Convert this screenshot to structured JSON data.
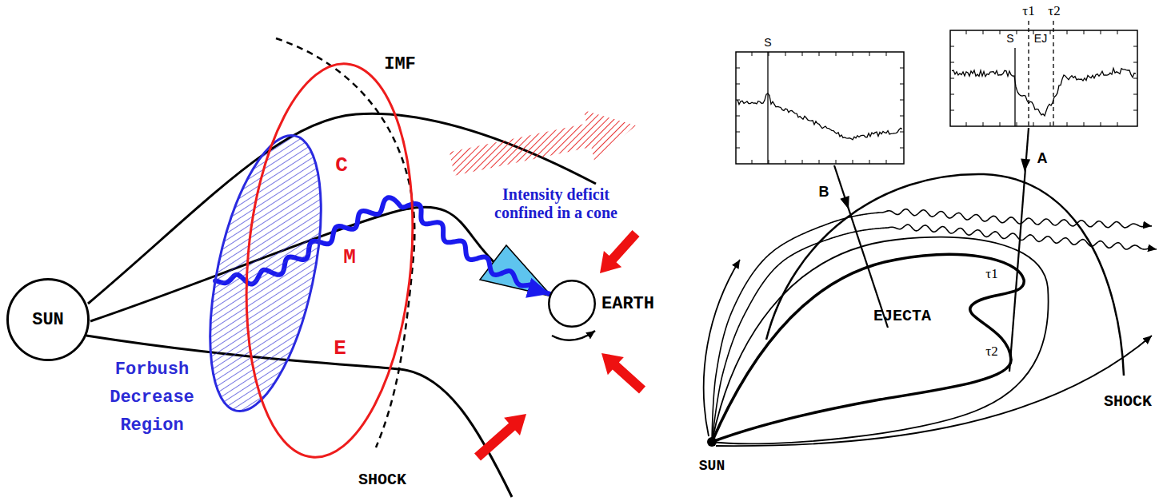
{
  "diagram": {
    "nodes": [
      {
        "text": [
          "SUN"
        ]
      },
      {
        "text": [
          "Forbush Decrease Region"
        ]
      },
      {
        "text": [
          "C",
          "M",
          "E"
        ]
      },
      {
        "text": [
          "EARTH"
        ]
      }
    ],
    "edges": [
      {
        "from": 1,
        "to": 3,
        "arrow": "to"
      }
    ],
    "labels": [
      "IMF",
      "Intensity deficit confined in a cone",
      "SHOCK",
      "S",
      "B",
      "τ1",
      "τ2",
      "S",
      "EJ",
      "A",
      "EJECTA",
      "τ1",
      "τ2",
      "SHOCK",
      "SUN"
    ]
  }
}
